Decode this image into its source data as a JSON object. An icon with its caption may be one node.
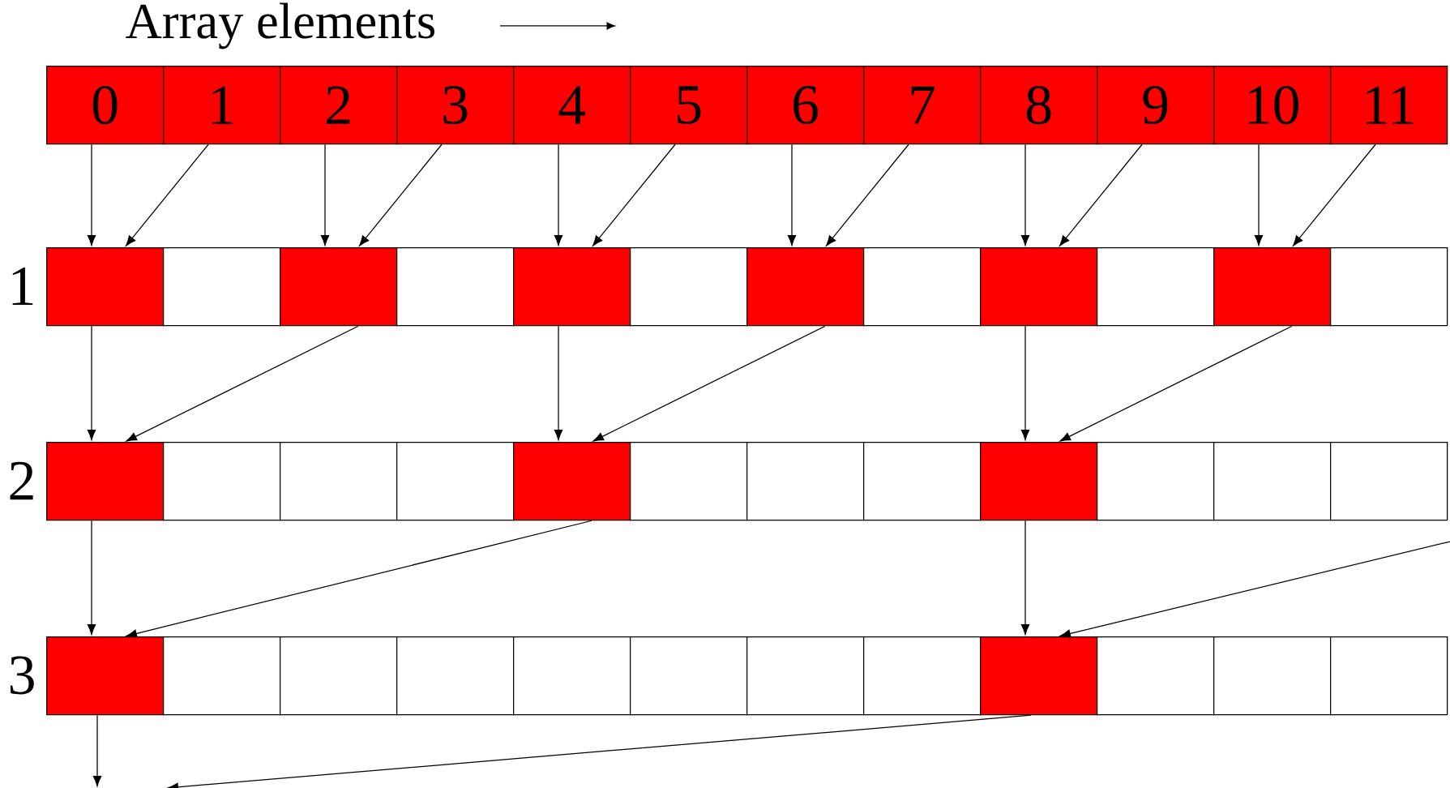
{
  "diagram": {
    "nodes": [
      {
        "text": [
          "0"
        ]
      },
      {
        "text": [
          "1"
        ]
      },
      {
        "text": [
          "2"
        ]
      },
      {
        "text": [
          "3"
        ]
      },
      {
        "text": [
          "4"
        ]
      },
      {
        "text": [
          "5"
        ]
      },
      {
        "text": [
          "6"
        ]
      },
      {
        "text": [
          "7"
        ]
      },
      {
        "text": [
          "8"
        ]
      },
      {
        "text": [
          "9"
        ]
      },
      {
        "text": [
          "10"
        ]
      },
      {
        "text": [
          "11"
        ]
      },
      {
        "text": [],
        "shape": "box"
      },
      {
        "text": [],
        "shape": "box"
      },
      {
        "text": [],
        "shape": "box"
      },
      {
        "text": [],
        "shape": "box"
      },
      {
        "text": [],
        "shape": "box"
      },
      {
        "text": [],
        "shape": "box"
      },
      {
        "text": [],
        "shape": "box"
      },
      {
        "text": [],
        "shape": "box"
      },
      {
        "text": [],
        "shape": "box"
      },
      {
        "text": [],
        "shape": "box"
      },
      {
        "text": [],
        "shape": "box"
      },
      {
        "text": [],
        "shape": "box"
      },
      {
        "text": [],
        "shape": "box"
      },
      {
        "text": [],
        "shape": "box"
      },
      {
        "text": [],
        "shape": "box"
      },
      {
        "text": [],
        "shape": "box"
      },
      {
        "text": [],
        "shape": "box"
      },
      {
        "text": [],
        "shape": "box"
      },
      {
        "text": [],
        "shape": "box"
      },
      {
        "text": [],
        "shape": "box"
      },
      {
        "text": [],
        "shape": "box"
      },
      {
        "text": [],
        "shape": "box"
      },
      {
        "text": [],
        "shape": "box"
      },
      {
        "text": [],
        "shape": "box"
      },
      {
        "text": [],
        "shape": "box"
      },
      {
        "text": [],
        "shape": "box"
      },
      {
        "text": [],
        "shape": "box"
      },
      {
        "text": [],
        "shape": "box"
      },
      {
        "text": [],
        "shape": "box"
      },
      {
        "text": [],
        "shape": "box"
      },
      {
        "text": [],
        "shape": "box"
      },
      {
        "text": [],
        "shape": "box"
      },
      {
        "text": [],
        "shape": "box"
      },
      {
        "text": [],
        "shape": "box"
      },
      {
        "text": [],
        "shape": "box"
      },
      {
        "text": [],
        "shape": "box"
      }
    ],
    "edges": [
      {
        "from": 0,
        "to": 12,
        "arrow": "to"
      },
      {
        "from": 1,
        "to": 12,
        "arrow": "to"
      },
      {
        "from": 2,
        "to": 14,
        "arrow": "to"
      },
      {
        "from": 3,
        "to": 14,
        "arrow": "to"
      },
      {
        "from": 4,
        "to": 16,
        "arrow": "to"
      },
      {
        "from": 5,
        "to": 16,
        "arrow": "to"
      },
      {
        "from": 6,
        "to": 18,
        "arrow": "to"
      },
      {
        "from": 7,
        "to": 18,
        "arrow": "to"
      },
      {
        "from": 8,
        "to": 20,
        "arrow": "to"
      },
      {
        "from": 9,
        "to": 20,
        "arrow": "to"
      },
      {
        "from": 10,
        "to": 22,
        "arrow": "to"
      },
      {
        "from": 11,
        "to": 22,
        "arrow": "to"
      },
      {
        "from": 12,
        "to": 24,
        "arrow": "to"
      },
      {
        "from": 14,
        "to": 24,
        "arrow": "to"
      },
      {
        "from": 16,
        "to": 28,
        "arrow": "to"
      },
      {
        "from": 18,
        "to": 28,
        "arrow": "to"
      },
      {
        "from": 20,
        "to": 32,
        "arrow": "to"
      },
      {
        "from": 22,
        "to": 32,
        "arrow": "to"
      },
      {
        "from": 24,
        "to": 36,
        "arrow": "to"
      },
      {
        "from": 28,
        "to": 36,
        "arrow": "to"
      },
      {
        "from": 32,
        "to": 44,
        "arrow": "to"
      },
      {
        "from": null,
        "to": 44,
        "arrow": "to"
      },
      {
        "from": 36,
        "to": null,
        "arrow": "to"
      },
      {
        "from": 44,
        "to": null,
        "arrow": "to"
      }
    ],
    "labels": [
      "Array elements",
      "1",
      "2",
      "3"
    ]
  }
}
